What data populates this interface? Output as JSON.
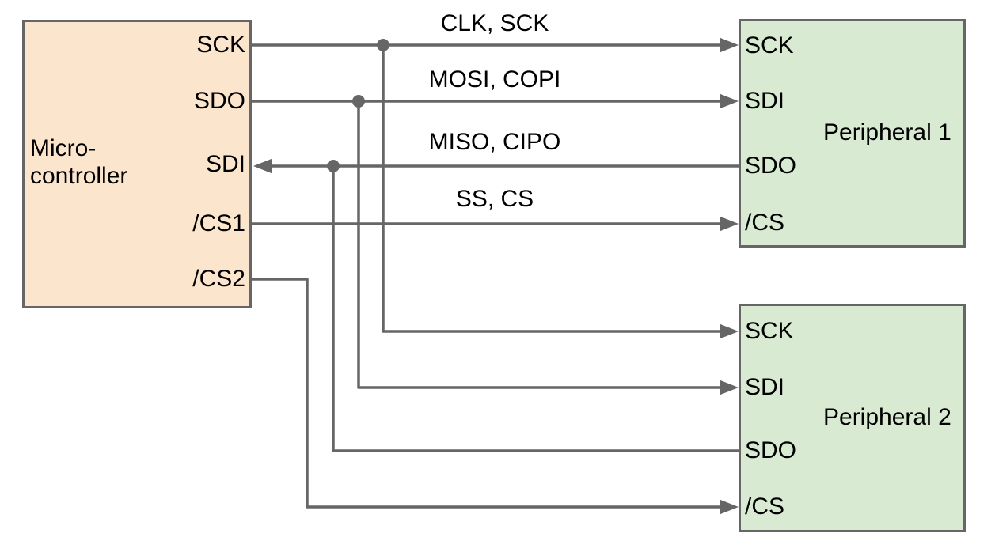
{
  "microcontroller": {
    "label": "Micro-\ncontroller",
    "pins": [
      "SCK",
      "SDO",
      "SDI",
      "/CS1",
      "/CS2"
    ]
  },
  "peripheral_1": {
    "label": "Peripheral 1",
    "pins": [
      "SCK",
      "SDI",
      "SDO",
      "/CS"
    ]
  },
  "peripheral_2": {
    "label": "Peripheral 2",
    "pins": [
      "SCK",
      "SDI",
      "SDO",
      "/CS"
    ]
  },
  "bus_labels": {
    "clock": "CLK, SCK",
    "controller_out": "MOSI, COPI",
    "controller_in": "MISO, CIPO",
    "chip_select": "SS, CS"
  },
  "colors": {
    "controller_fill": "#fce5cd",
    "peripheral_fill": "#d9ead3",
    "wire": "#666666",
    "text": "#000000"
  }
}
